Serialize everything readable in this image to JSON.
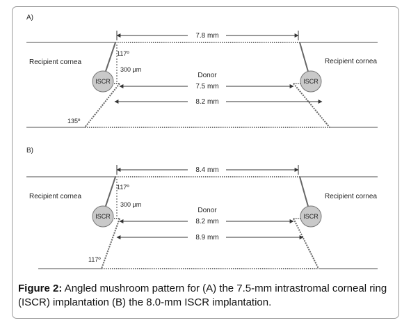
{
  "panels": [
    {
      "label": "A)",
      "top_width": "7.8 mm",
      "donor_label": "Donor",
      "inner_width": "7.5 mm",
      "bottom_width": "8.2 mm",
      "recipient_left": "Recipient cornea",
      "recipient_right": "Recipient cornea",
      "ring_left": "ISCR",
      "ring_right": "ISCR",
      "angle_top": "117º",
      "angle_bottom": "135º",
      "depth": "300 µm"
    },
    {
      "label": "B)",
      "top_width": "8.4 mm",
      "donor_label": "Donor",
      "inner_width": "8.2 mm",
      "bottom_width": "8.9 mm",
      "recipient_left": "Recipient cornea",
      "recipient_right": "Recipient cornea",
      "ring_left": "ISCR",
      "ring_right": "ISCR",
      "angle_top": "117º",
      "angle_bottom": "117º",
      "depth": "300 µm"
    }
  ],
  "caption": {
    "lead": "Figure 2:",
    "text": " Angled mushroom pattern for (A) the 7.5-mm intrastromal corneal ring (ISCR) implantation (B) the 8.0-mm ISCR implantation."
  }
}
